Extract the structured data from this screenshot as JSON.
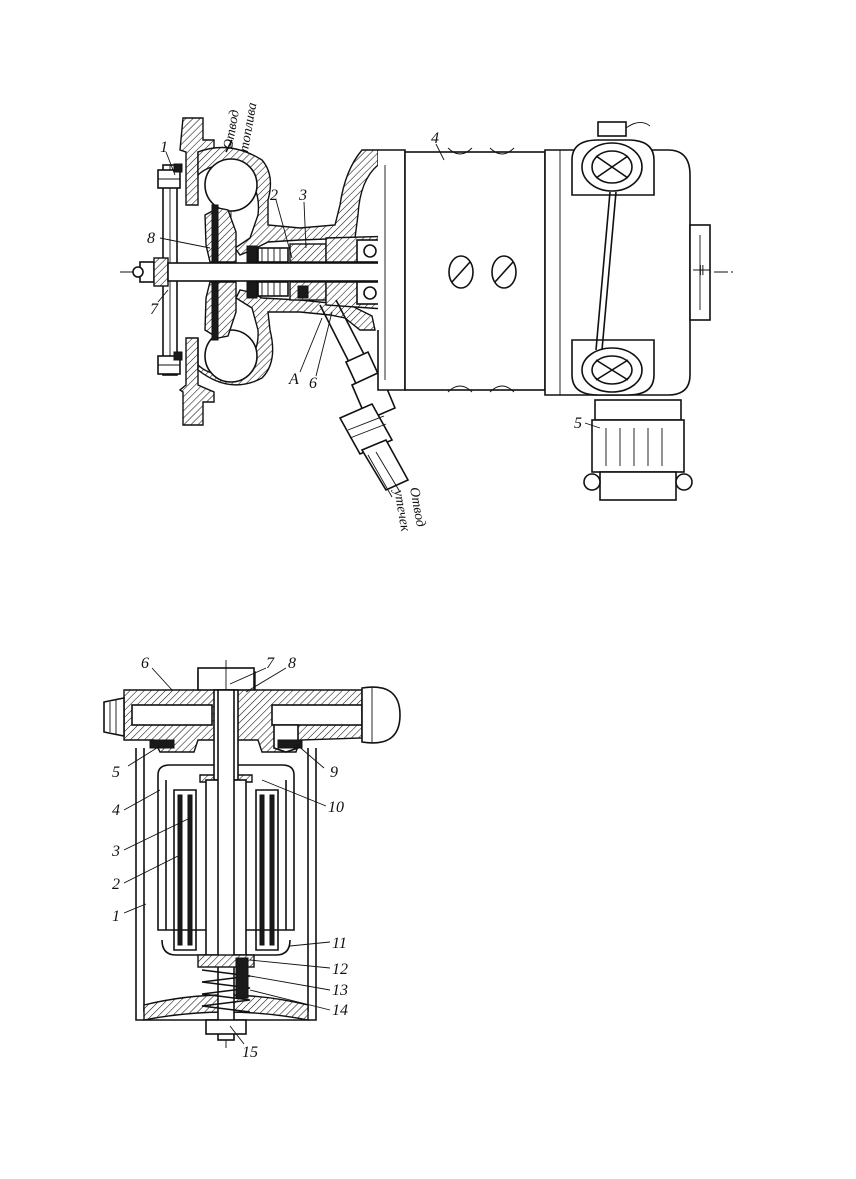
{
  "figure_top": {
    "labels": [
      "1",
      "2",
      "3",
      "4",
      "5",
      "6",
      "7",
      "8",
      "A"
    ],
    "annotations": {
      "fuel_outlet": [
        "Отвод",
        "топлива"
      ],
      "leak_outlet": [
        "Отвод",
        "утечек"
      ]
    }
  },
  "figure_bottom": {
    "labels": [
      "1",
      "2",
      "3",
      "4",
      "5",
      "6",
      "7",
      "8",
      "9",
      "10",
      "11",
      "12",
      "13",
      "14",
      "15"
    ]
  }
}
